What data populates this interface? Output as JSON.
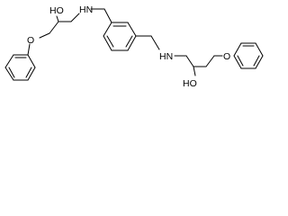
{
  "structure": {
    "atom_labels": {
      "hydroxyl_left": "HO",
      "amine_left": "HN",
      "ether_oxygen_left": "O",
      "amine_right": "HN",
      "hydroxyl_right": "HO",
      "ether_oxygen_right": "O"
    },
    "colors": {
      "bond": "#000000",
      "label": "#000000",
      "background": "#ffffff"
    }
  }
}
